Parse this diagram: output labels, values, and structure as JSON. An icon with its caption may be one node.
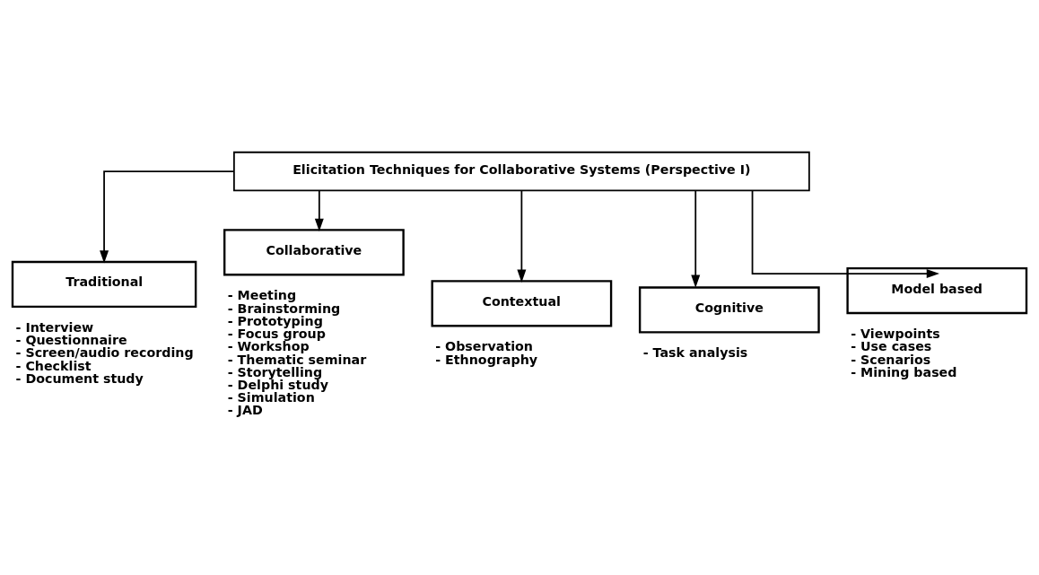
{
  "diagram": {
    "nodes": [
      {
        "text": [
          "Elicitation Techniques for Collaborative Systems (Perspective I)"
        ]
      },
      {
        "text": [
          "Traditional"
        ],
        "beside": [
          "- Interview",
          "- Questionnaire",
          "- Screen/audio recording",
          "- Checklist",
          "- Document study"
        ]
      },
      {
        "text": [
          "Collaborative"
        ],
        "beside": [
          "- Meeting",
          "- Brainstorming",
          "- Prototyping",
          "- Focus group",
          "- Workshop",
          "- Thematic seminar",
          "- Storytelling",
          "- Delphi study",
          "- Simulation",
          "- JAD"
        ]
      },
      {
        "text": [
          "Contextual"
        ],
        "beside": [
          "- Observation",
          "- Ethnography"
        ]
      },
      {
        "text": [
          "Cognitive"
        ],
        "beside": [
          "- Task analysis"
        ]
      },
      {
        "text": [
          "Model based"
        ],
        "beside": [
          "- Viewpoints",
          "- Use cases",
          "- Scenarios",
          "- Mining based"
        ]
      }
    ],
    "edges": [
      {
        "from": 0,
        "to": 1,
        "arrow": "to"
      },
      {
        "from": 0,
        "to": 2,
        "arrow": "to"
      },
      {
        "from": 0,
        "to": 3,
        "arrow": "to"
      },
      {
        "from": 0,
        "to": 4,
        "arrow": "to"
      },
      {
        "from": 0,
        "to": 5,
        "arrow": "to"
      }
    ]
  }
}
